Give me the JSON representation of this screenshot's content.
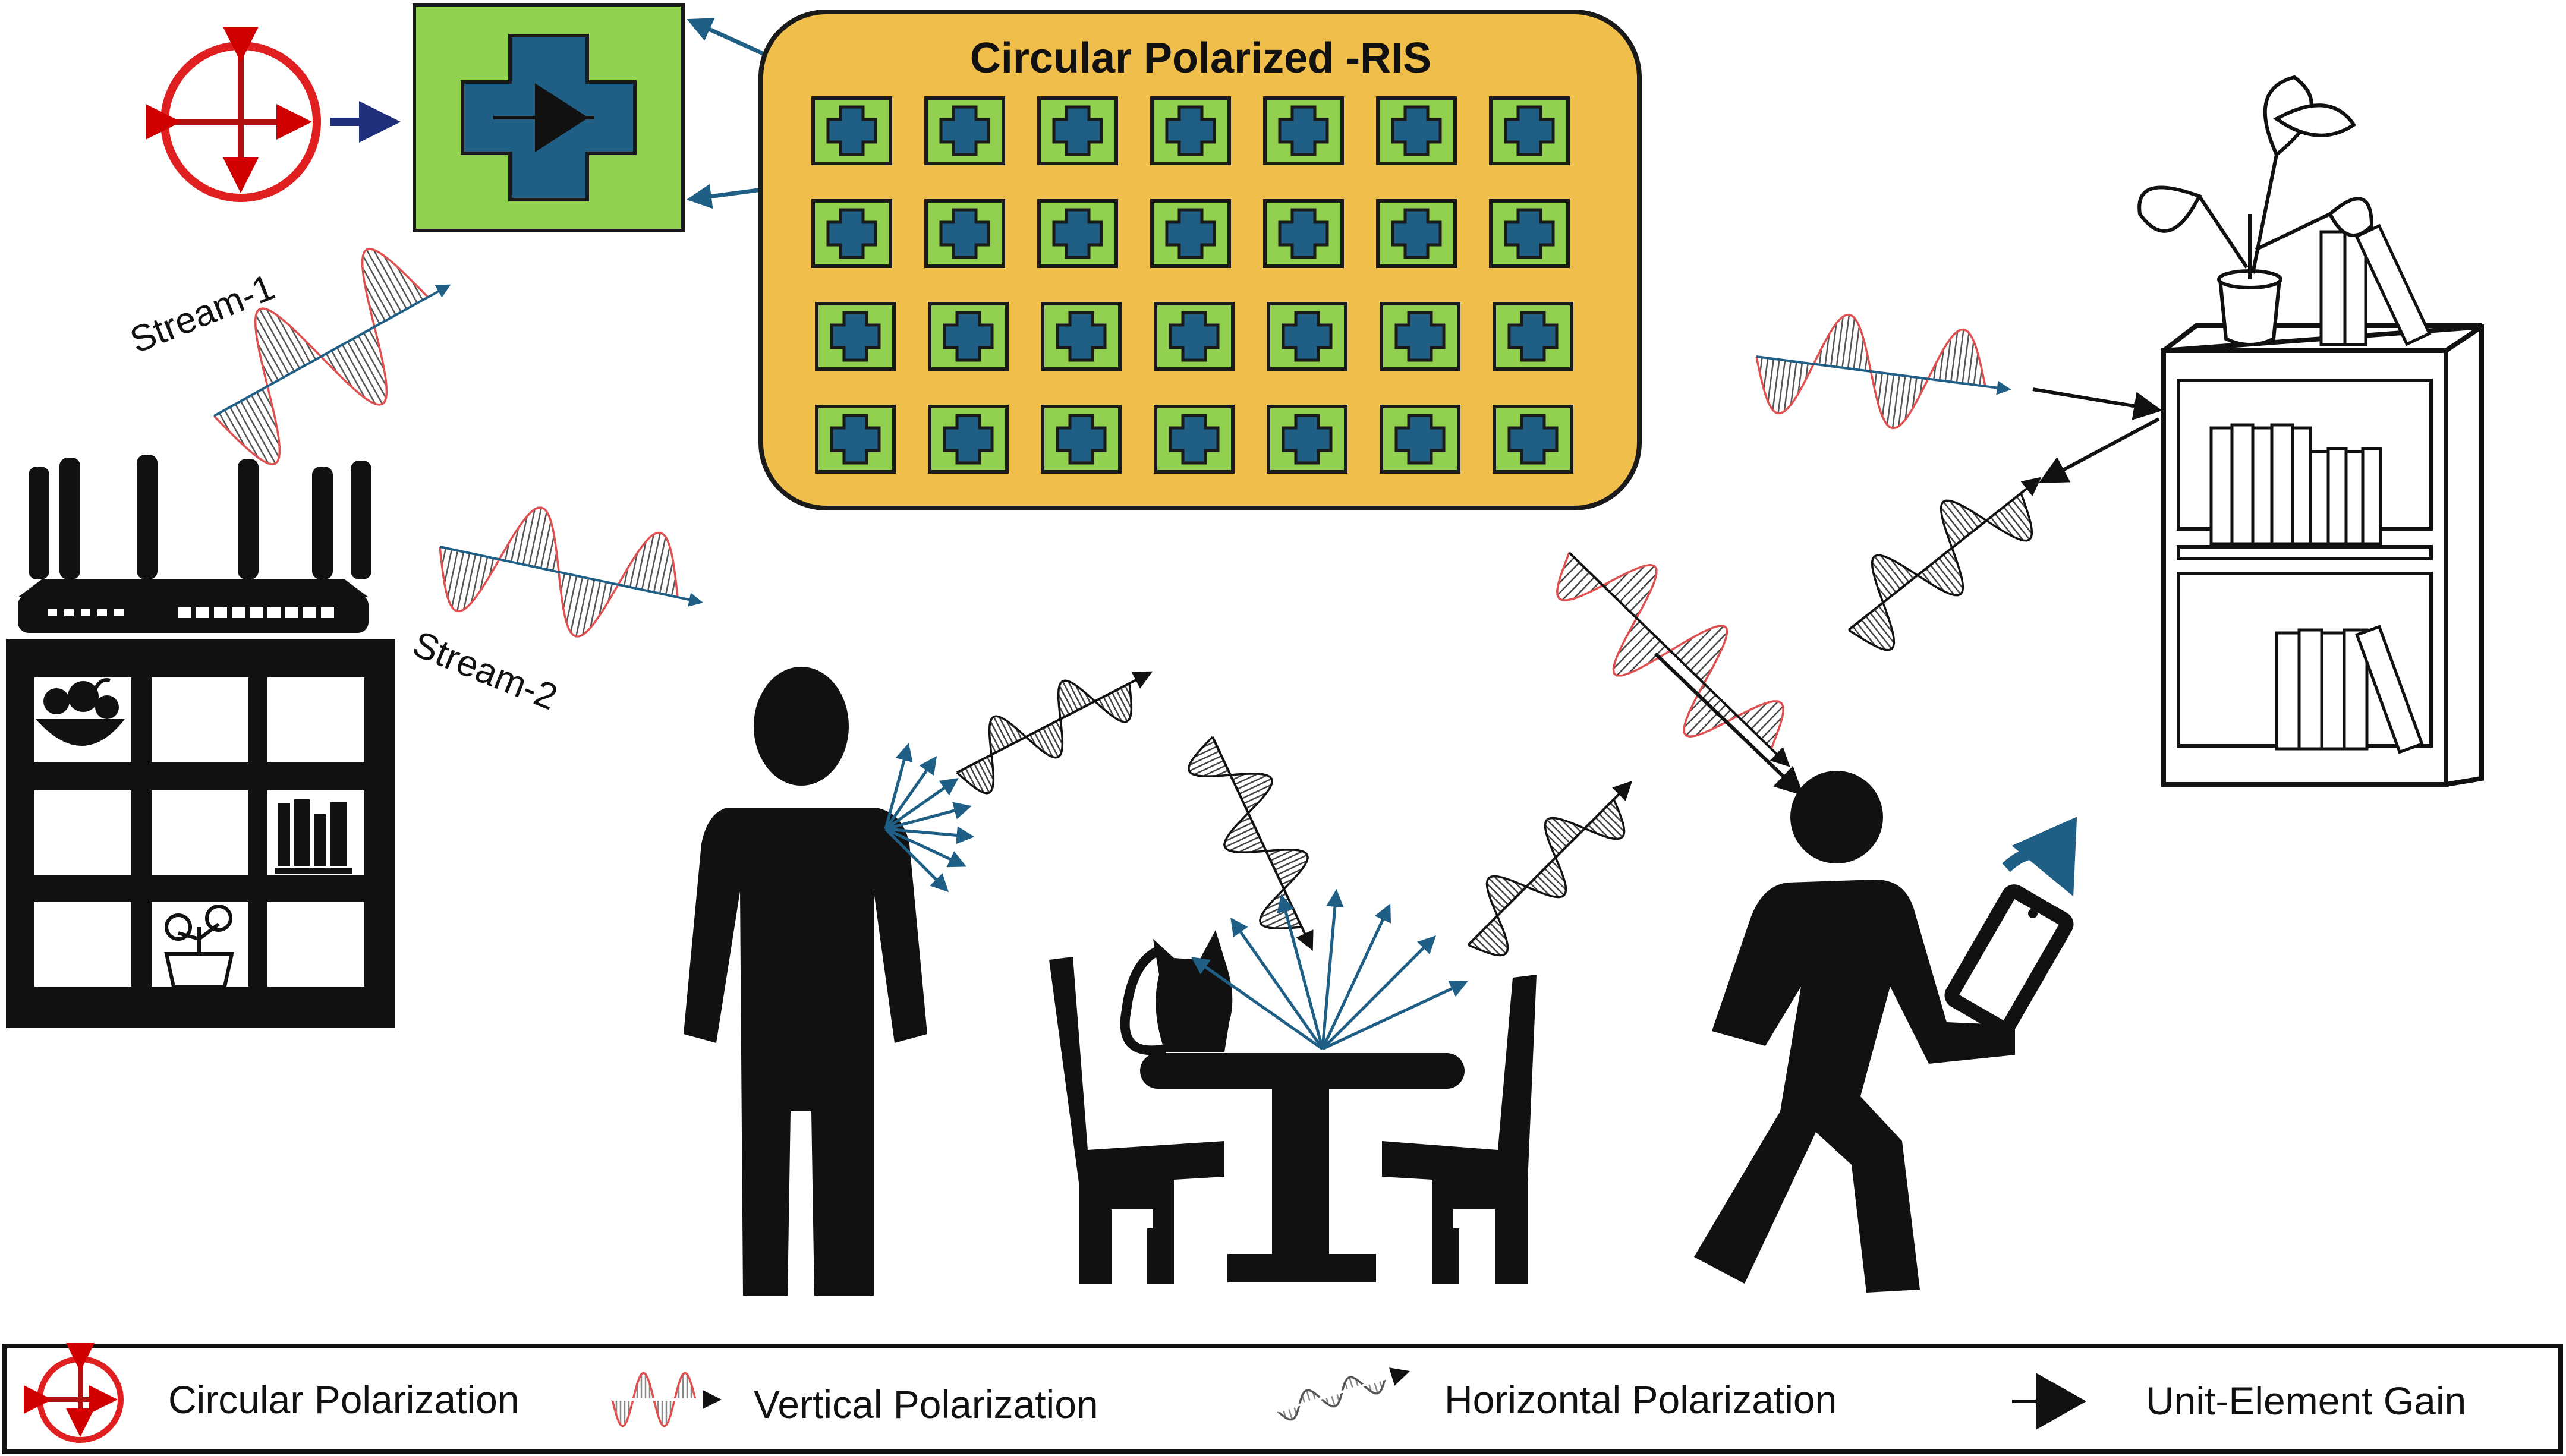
{
  "ris": {
    "title": "Circular Polarized -RIS",
    "rows": 4,
    "cols": 7,
    "colors": {
      "panel": "#F0BE4A",
      "cell": "#92D050",
      "cross": "#1F5F86",
      "outline": "#1a1a1a"
    }
  },
  "streams": {
    "stream1": "Stream-1",
    "stream2": "Stream-2"
  },
  "legend": {
    "circular": "Circular Polarization",
    "vertical": "Vertical Polarization",
    "horizontal": "Horizontal Polarization",
    "gain": "Unit-Element Gain"
  },
  "colors": {
    "arrow_blue": "#1F5F86",
    "circle_red": "#E02020",
    "navy": "#1F2F7A",
    "wave_red": "#E05050"
  }
}
